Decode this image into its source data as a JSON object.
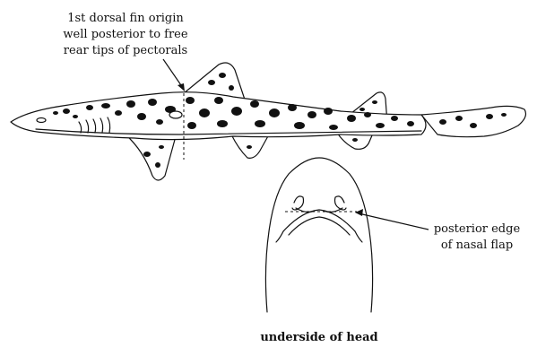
{
  "annotations": {
    "dorsal_fin_note": {
      "lines": [
        "1st dorsal fin origin",
        "well posterior to free",
        "rear tips of pectorals"
      ]
    },
    "nasal_flap_note": {
      "lines": [
        "posterior edge",
        "of nasal flap"
      ]
    }
  },
  "caption": "underside of head",
  "colors": {
    "ink": "#111111",
    "background": "#ffffff"
  }
}
